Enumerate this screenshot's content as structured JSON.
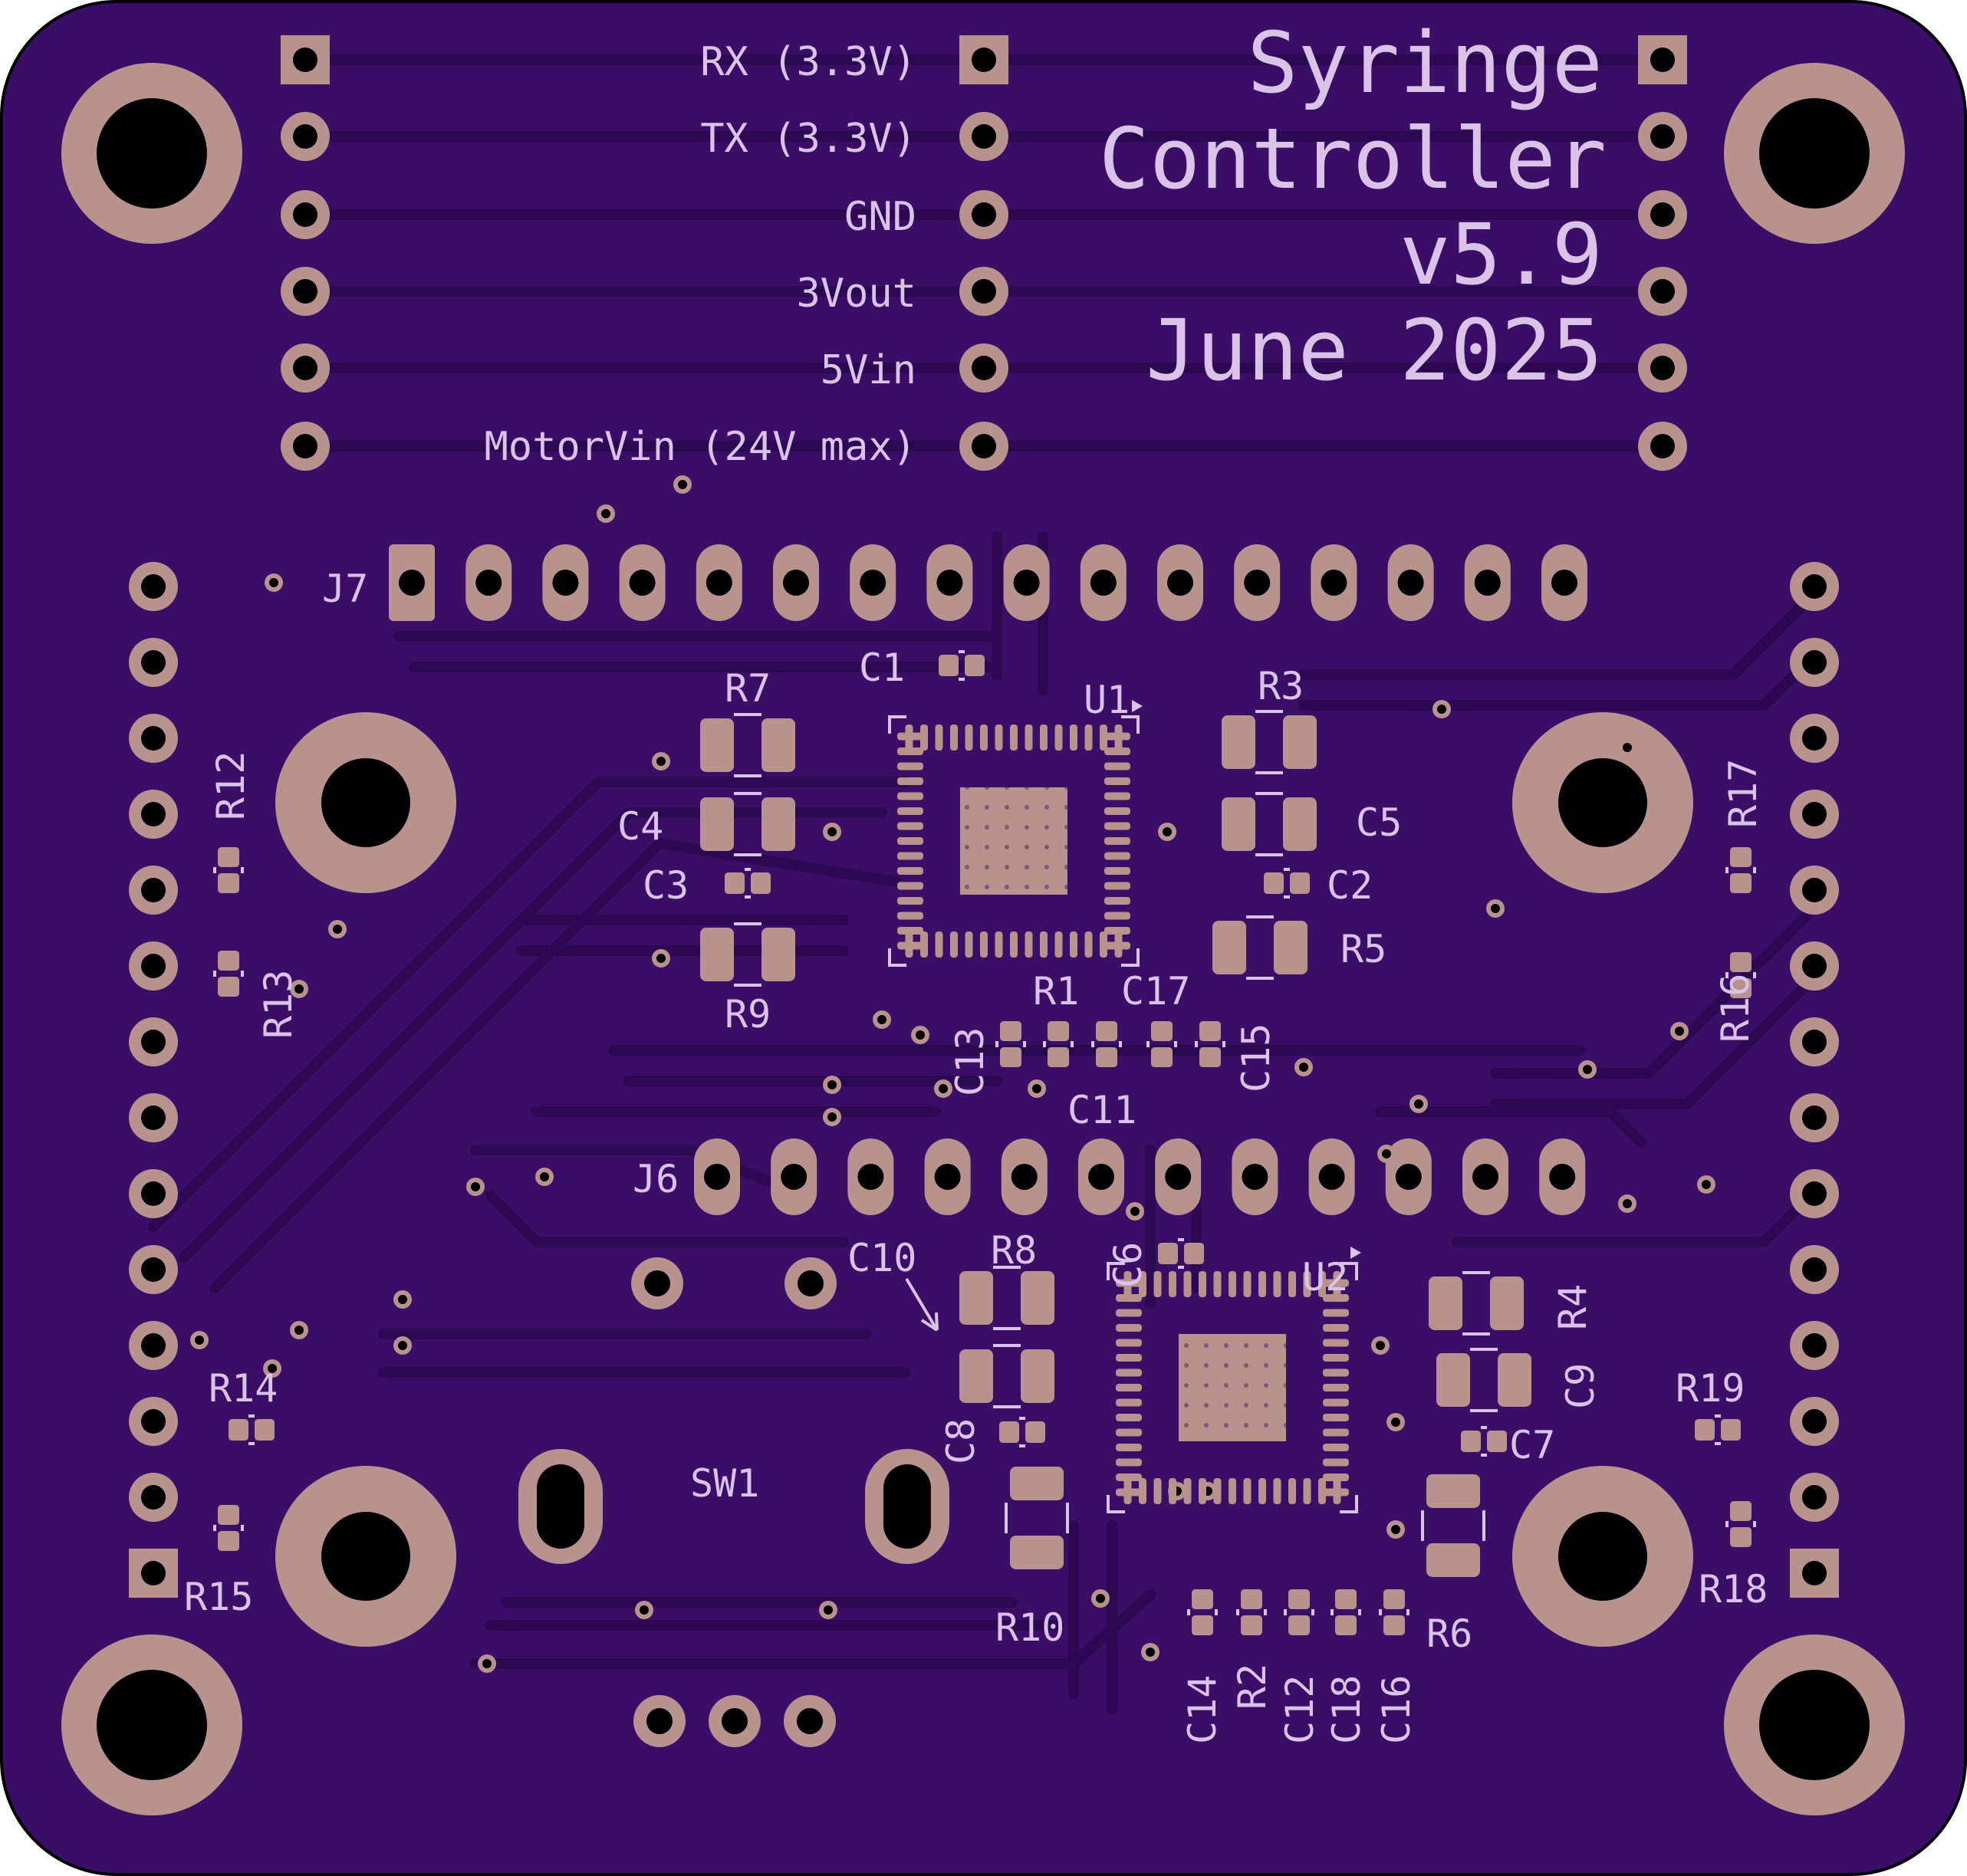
{
  "board": {
    "colors": {
      "substrate": "#3a0d66",
      "substrate_dark": "#2c0852",
      "copper_exposed": "#b8938e",
      "silkscreen": "#d9c4e8",
      "hole": "#000000",
      "outline": "#000000"
    },
    "title_lines": [
      "Syringe",
      "Controller",
      "v5.9",
      "June 2025"
    ],
    "header_labels": [
      "RX (3.3V)",
      "TX (3.3V)",
      "GND",
      "3Vout",
      "5Vin",
      "MotorVin (24V max)"
    ],
    "designators": {
      "J7": "J7",
      "J6": "J6",
      "U1": "U1",
      "U2": "U2",
      "SW1": "SW1",
      "R1": "R1",
      "R2": "R2",
      "R3": "R3",
      "R4": "R4",
      "R5": "R5",
      "R6": "R6",
      "R7": "R7",
      "R8": "R8",
      "R9": "R9",
      "R10": "R10",
      "R12": "R12",
      "R13": "R13",
      "R14": "R14",
      "R15": "R15",
      "R16": "R16",
      "R17": "R17",
      "R18": "R18",
      "R19": "R19",
      "C1": "C1",
      "C2": "C2",
      "C3": "C3",
      "C4": "C4",
      "C5": "C5",
      "C6": "C6",
      "C7": "C7",
      "C8": "C8",
      "C9": "C9",
      "C10": "C10",
      "C11": "C11",
      "C12": "C12",
      "C13": "C13",
      "C14": "C14",
      "C15": "C15",
      "C16": "C16",
      "C17": "C17",
      "C18": "C18"
    }
  }
}
